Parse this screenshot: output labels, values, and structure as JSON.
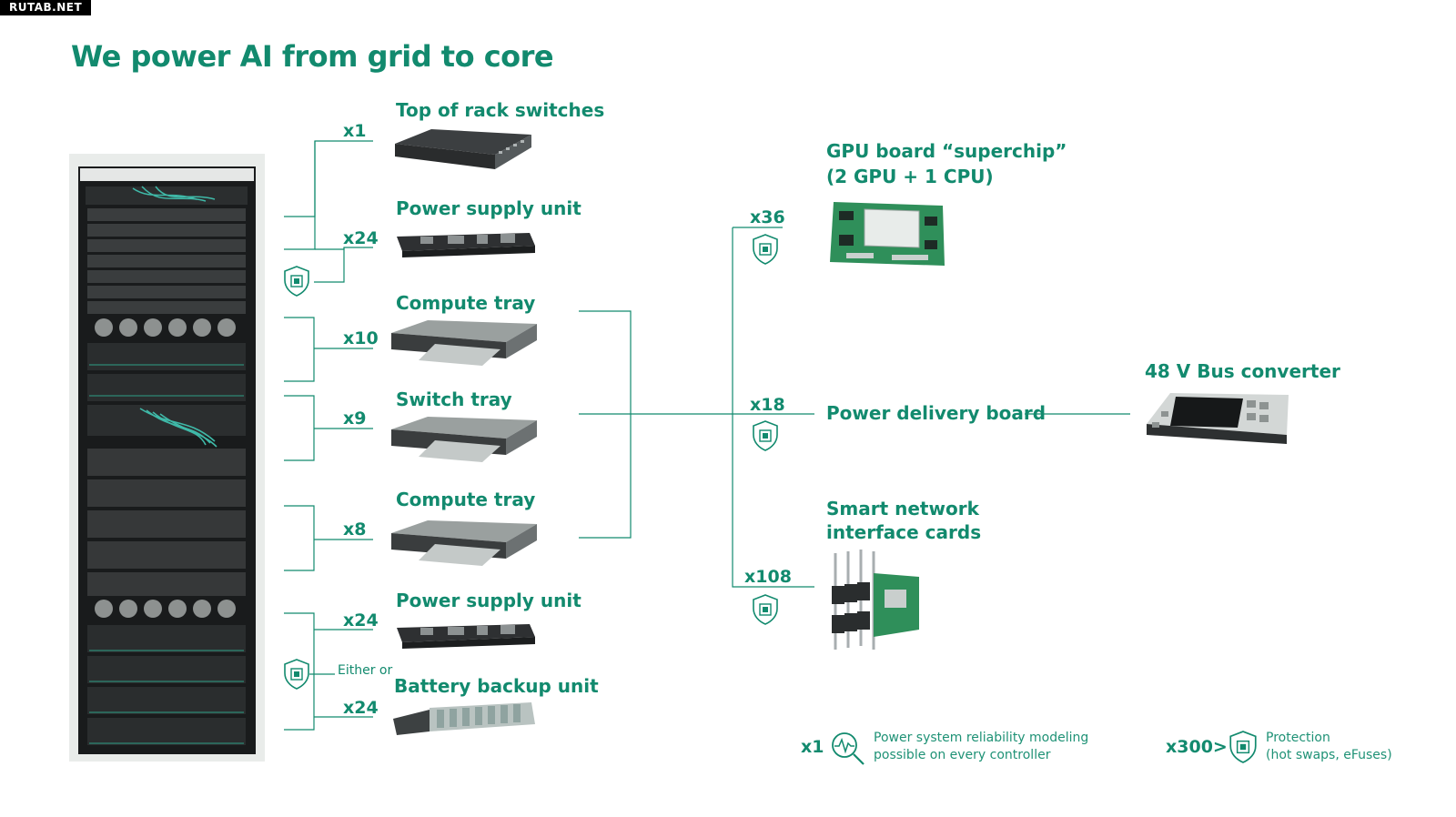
{
  "badge": "RUTAB.NET",
  "title": "We power AI from grid to core",
  "left_components": [
    {
      "mult": "x1",
      "label": "Top of rack switches"
    },
    {
      "mult": "x24",
      "label": "Power supply unit"
    },
    {
      "mult": "x10",
      "label": "Compute tray"
    },
    {
      "mult": "x9",
      "label": "Switch tray"
    },
    {
      "mult": "x8",
      "label": "Compute tray"
    },
    {
      "mult": "x24",
      "label": "Power supply unit"
    },
    {
      "mult": "x24",
      "label": "Battery backup unit"
    }
  ],
  "either_or": "Either or",
  "right_components": [
    {
      "mult": "x36",
      "label_line1": "GPU board “superchip”",
      "label_line2": "(2 GPU + 1 CPU)"
    },
    {
      "mult": "x18",
      "label": "Power delivery board"
    },
    {
      "mult": "x108",
      "label_line1": "Smart network",
      "label_line2": "interface cards"
    }
  ],
  "bus_converter": "48 V Bus converter",
  "legend": [
    {
      "mult": "x1",
      "icon": "magnifier-pulse-icon",
      "line1": "Power system reliability modeling",
      "line2": "possible on every controller"
    },
    {
      "mult": "x300>",
      "icon": "shield-chip-icon",
      "line1": "Protection",
      "line2": "(hot swaps, eFuses)"
    }
  ],
  "colors": {
    "accent": "#128a6e",
    "rack": "#1b1d1e",
    "board_green": "#2f8f5a"
  }
}
